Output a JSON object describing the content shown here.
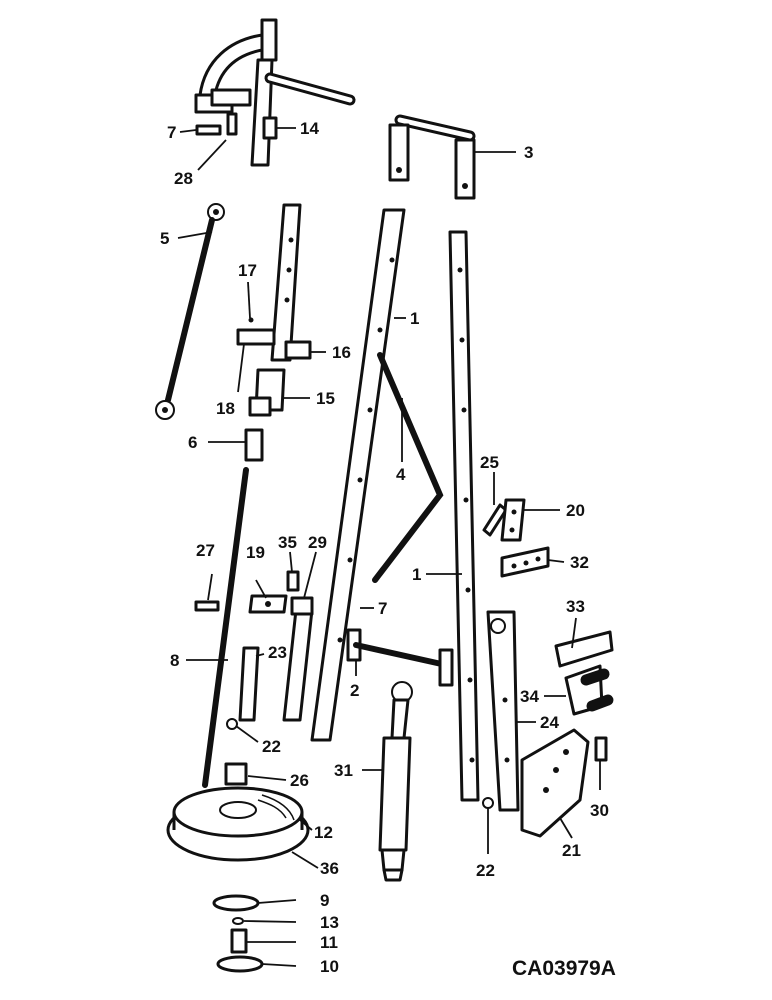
{
  "drawing_code": "CA03979A",
  "callouts": {
    "n1a": "1",
    "n1b": "1",
    "n2": "2",
    "n3": "3",
    "n4": "4",
    "n5": "5",
    "n6": "6",
    "n7a": "7",
    "n7b": "7",
    "n8": "8",
    "n9": "9",
    "n10": "10",
    "n11": "11",
    "n12": "12",
    "n13": "13",
    "n14": "14",
    "n15": "15",
    "n16": "16",
    "n17": "17",
    "n18": "18",
    "n19": "19",
    "n20": "20",
    "n21": "21",
    "n22a": "22",
    "n22b": "22",
    "n23": "23",
    "n24": "24",
    "n25": "25",
    "n26": "26",
    "n27": "27",
    "n28": "28",
    "n29": "29",
    "n30": "30",
    "n31": "31",
    "n32": "32",
    "n33": "33",
    "n34": "34",
    "n35": "35",
    "n36": "36"
  }
}
